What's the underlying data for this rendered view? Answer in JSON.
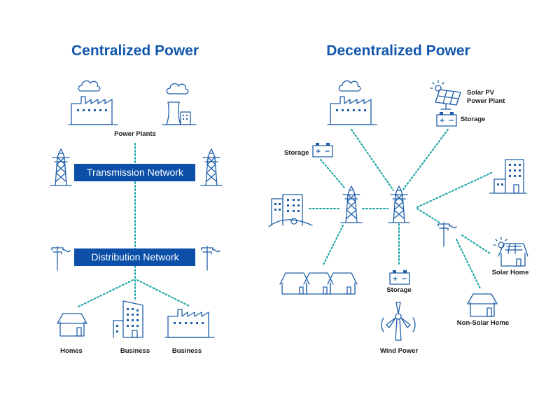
{
  "centralized": {
    "title": "Centralized Power",
    "power_plants_label": "Power Plants",
    "transmission_label": "Transmission Network",
    "distribution_label": "Distribution Network",
    "homes_label": "Homes",
    "business_label_1": "Business",
    "business_label_2": "Business"
  },
  "decentralized": {
    "title": "Decentralized Power",
    "solar_pv_label_line1": "Solar PV",
    "solar_pv_label_line2": "Power Plant",
    "storage_label_top": "Storage",
    "storage_label_left": "Storage",
    "storage_label_bottom": "Storage",
    "wind_label": "Wind Power",
    "solar_home_label": "Solar Home",
    "non_solar_home_label": "Non-Solar Home"
  },
  "colors": {
    "title_blue": "#1257ad",
    "banner_blue": "#0b4fa8",
    "icon_blue": "#1e5ea8",
    "connector_teal": "#16a3a3"
  }
}
